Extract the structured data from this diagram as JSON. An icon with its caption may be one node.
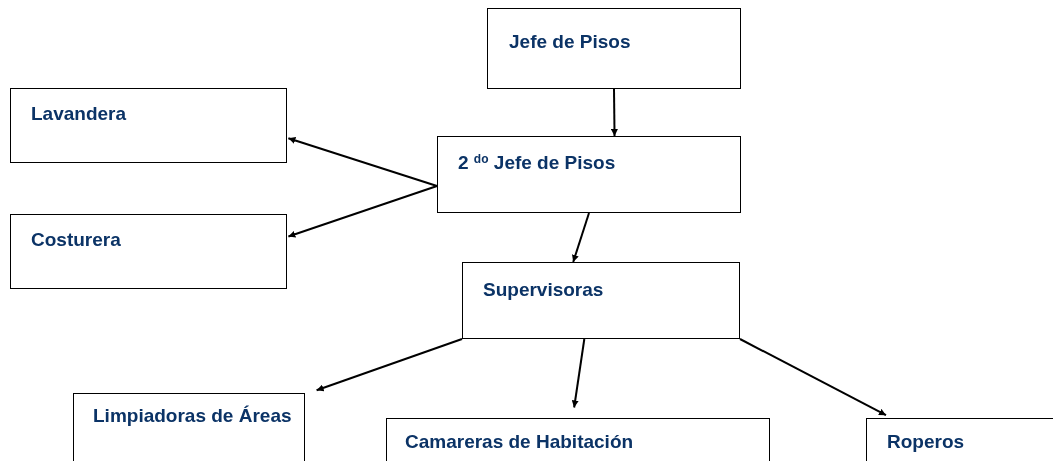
{
  "diagram": {
    "nodes": [
      {
        "text": [
          "Jefe de Pisos"
        ]
      },
      {
        "text": [
          "Lavandera"
        ]
      },
      {
        "text": [
          "2 $^{do}$ Jefe de Pisos"
        ]
      },
      {
        "text": [
          "Costurera"
        ]
      },
      {
        "text": [
          "Supervisoras"
        ]
      },
      {
        "text": [
          "Limpiadoras de Áreas"
        ]
      },
      {
        "text": [
          "Camareras de Habitación"
        ]
      },
      {
        "text": [
          "Roperos"
        ]
      }
    ],
    "edges": [
      {
        "from": 0,
        "to": 2,
        "arrow": "to"
      },
      {
        "from": 2,
        "to": 1,
        "arrow": "to"
      },
      {
        "from": 2,
        "to": 3,
        "arrow": "to"
      },
      {
        "from": 2,
        "to": 4,
        "arrow": "to"
      },
      {
        "from": 4,
        "to": 5,
        "arrow": "to"
      },
      {
        "from": 4,
        "to": 6,
        "arrow": "to"
      },
      {
        "from": 4,
        "to": 7,
        "arrow": "to"
      }
    ]
  }
}
